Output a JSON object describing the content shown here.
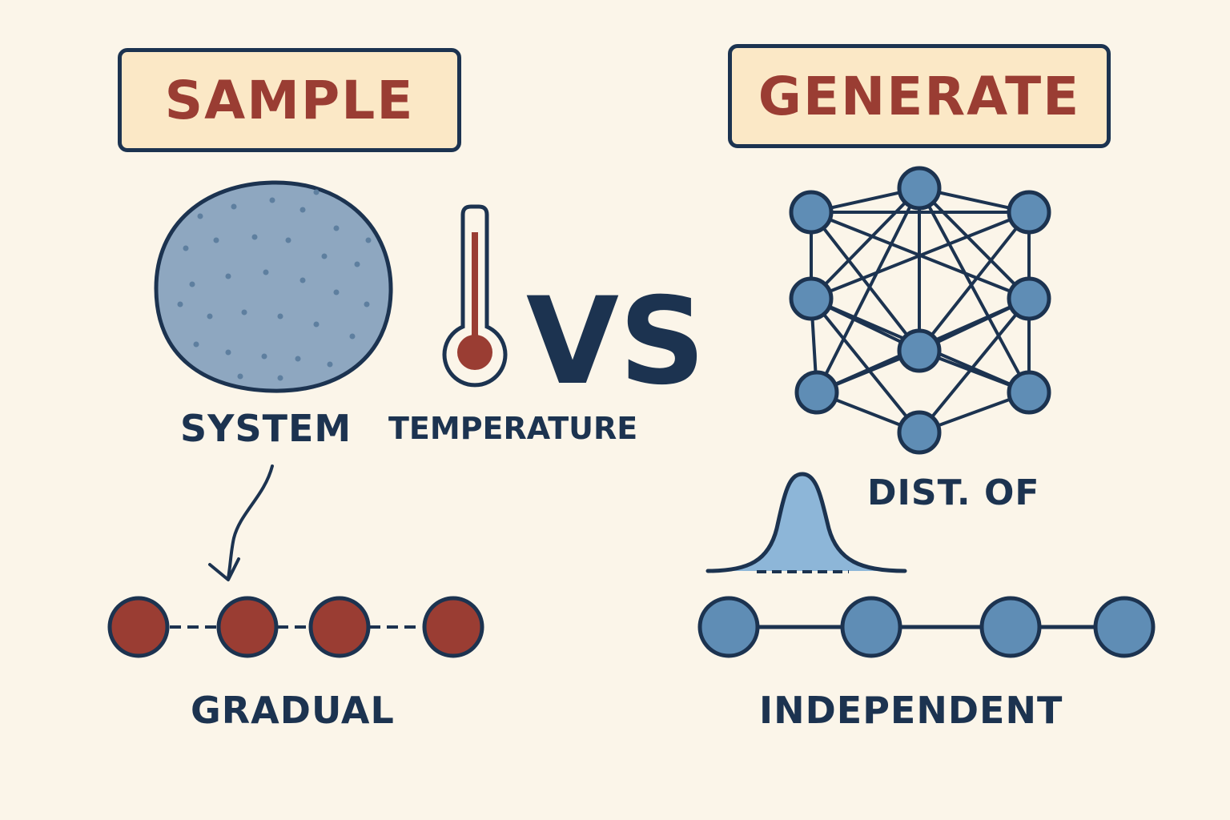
{
  "left": {
    "title": "SAMPLE",
    "system_label": "SYSTEM",
    "temperature_label": "TEMPERATURE",
    "chain_label": "GRADUAL"
  },
  "center": {
    "vs_label": "VS"
  },
  "right": {
    "title": "GENERATE",
    "distribution_label": "DIST. OF",
    "chain_label": "INDEPENDENT"
  },
  "colors": {
    "background": "#fbf5e9",
    "ink": "#1c3350",
    "red": "#9a3d33",
    "blue": "#5f8db5",
    "banner_fill": "#fbe8c6",
    "system_fill": "#8ea7c0"
  },
  "icons": [
    "system-blob-icon",
    "thermometer-icon",
    "neural-network-icon",
    "gaussian-curve-icon",
    "curved-arrow-icon"
  ]
}
